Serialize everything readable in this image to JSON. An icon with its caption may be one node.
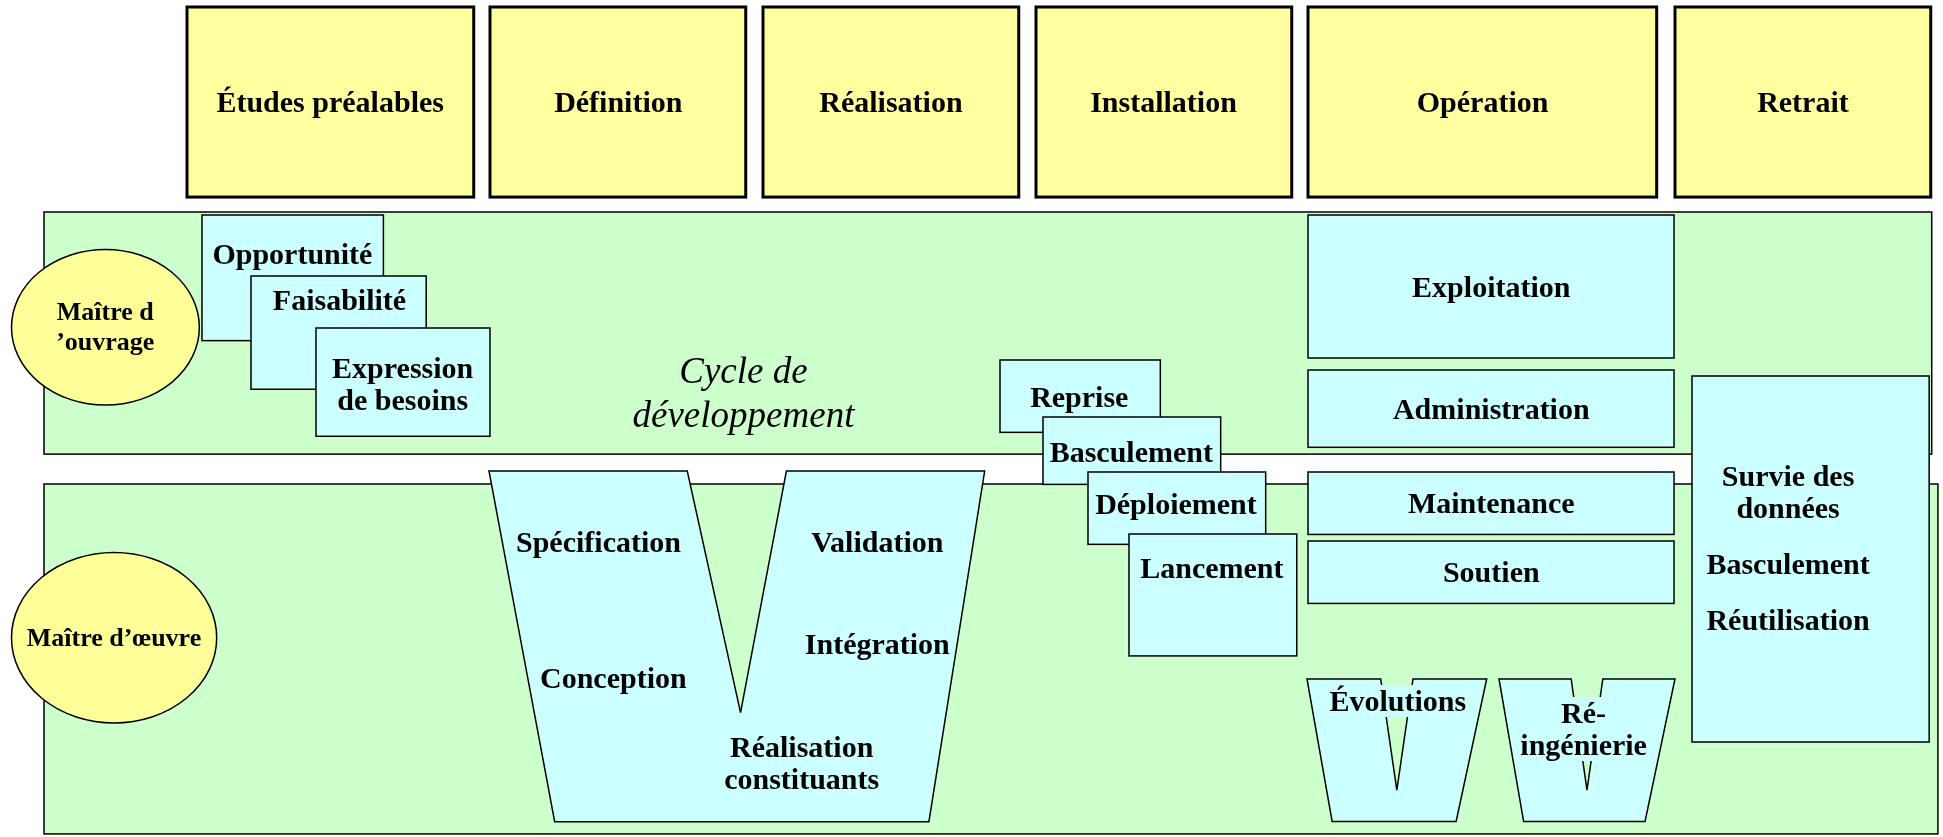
{
  "diagram": {
    "nodes": [
      {
        "text": [
          "Études préalables"
        ]
      },
      {
        "text": [
          "Définition"
        ]
      },
      {
        "text": [
          "Réalisation"
        ]
      },
      {
        "text": [
          "Installation"
        ]
      },
      {
        "text": [
          "Opération"
        ]
      },
      {
        "text": [
          "Retrait"
        ]
      },
      {
        "text": [],
        "shape": "box"
      },
      {
        "text": [
          "Maître d ’ouvrage"
        ],
        "in": 6
      },
      {
        "text": [
          "Opportunité"
        ],
        "in": 6
      },
      {
        "text": [
          "Faisabilité"
        ],
        "in": 6
      },
      {
        "text": [
          "Expression de besoins"
        ],
        "in": 6
      },
      {
        "text": [
          "Exploitation"
        ],
        "in": 6
      },
      {
        "text": [
          "Administration"
        ],
        "in": 6
      },
      {
        "text": [],
        "shape": "box"
      },
      {
        "text": [
          "Maître d’œuvre"
        ],
        "in": 13
      },
      {
        "text": [
          "Spécification",
          "Validation",
          "Intégration",
          "Conception",
          "Réalisation constituants"
        ],
        "in": 13
      },
      {
        "text": [
          "Reprise"
        ],
        "in": 6
      },
      {
        "text": [
          "Basculement"
        ]
      },
      {
        "text": [
          "Déploiement"
        ]
      },
      {
        "text": [
          "Lancement"
        ],
        "in": 13
      },
      {
        "text": [
          "Maintenance"
        ],
        "in": 13
      },
      {
        "text": [
          "Soutien"
        ],
        "in": 13
      },
      {
        "text": [
          "Évolutions"
        ],
        "in": 13
      },
      {
        "text": [
          "Ré-ingénierie"
        ],
        "in": 13
      },
      {
        "text": [
          "Survie des données",
          "Basculement",
          "Réutilisation"
        ]
      }
    ],
    "labels": [
      "Cycle de développement"
    ]
  }
}
